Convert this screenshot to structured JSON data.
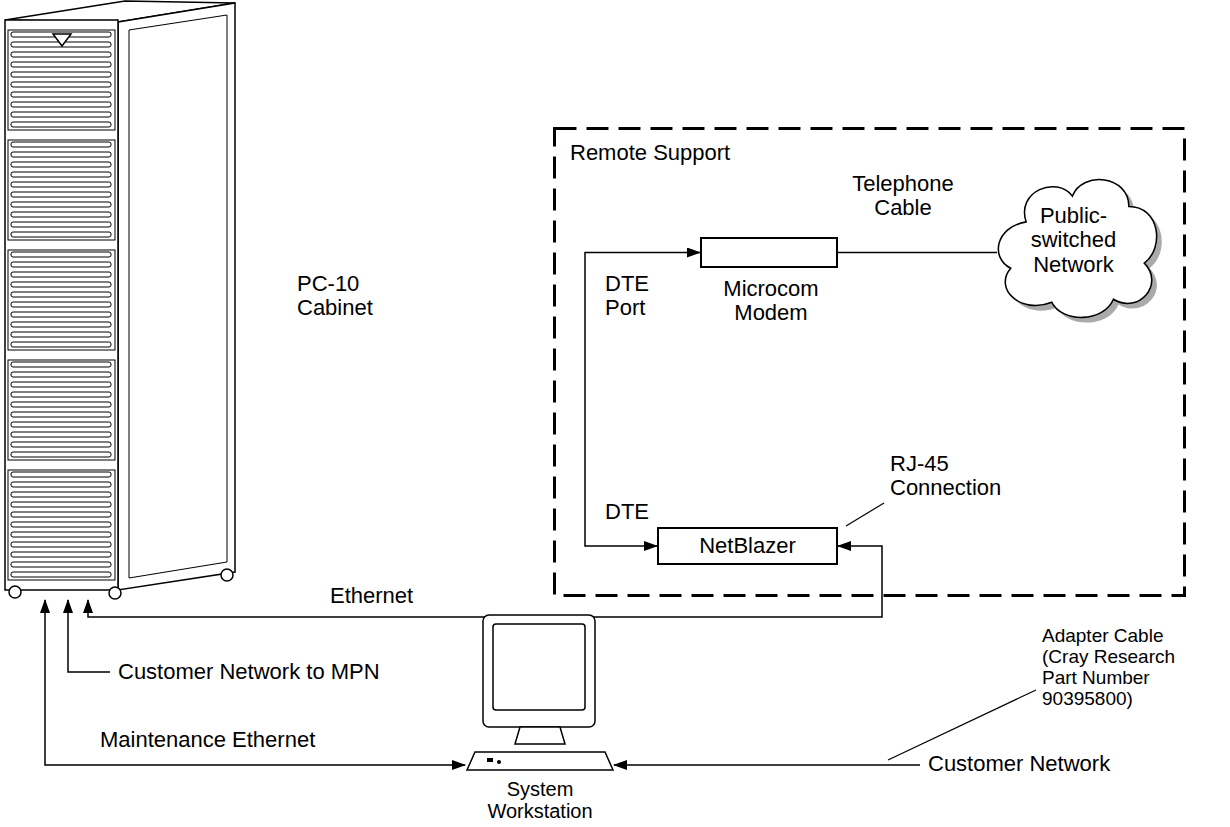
{
  "diagram": {
    "nodes": [
      {
        "text": [
          "PC-10 Cabinet"
        ]
      },
      {
        "text": [
          "Remote Support"
        ]
      },
      {
        "text": [
          "Microcom Modem"
        ],
        "in": 1
      },
      {
        "text": [
          "NetBlazer"
        ],
        "in": 1
      },
      {
        "text": [
          "Public- switched Network"
        ]
      },
      {
        "text": [
          "System Workstation"
        ]
      }
    ],
    "edges": [
      {
        "from": 3,
        "to": 2,
        "arrow": "both"
      },
      {
        "from": 2,
        "to": 4,
        "label": "Telephone Cable",
        "arrow": "none"
      },
      {
        "from": 3,
        "to": 0,
        "label": "Ethernet",
        "arrow": "both"
      },
      {
        "from": 5,
        "to": 0,
        "label": "Maintenance Ethernet",
        "arrow": "both"
      }
    ],
    "labels": [
      "DTE Port",
      "DTE",
      "RJ-45 Connection",
      "Customer Network to MPN",
      "Adapter Cable (Cray Research Part Number 90395800)",
      "Customer Network"
    ]
  }
}
